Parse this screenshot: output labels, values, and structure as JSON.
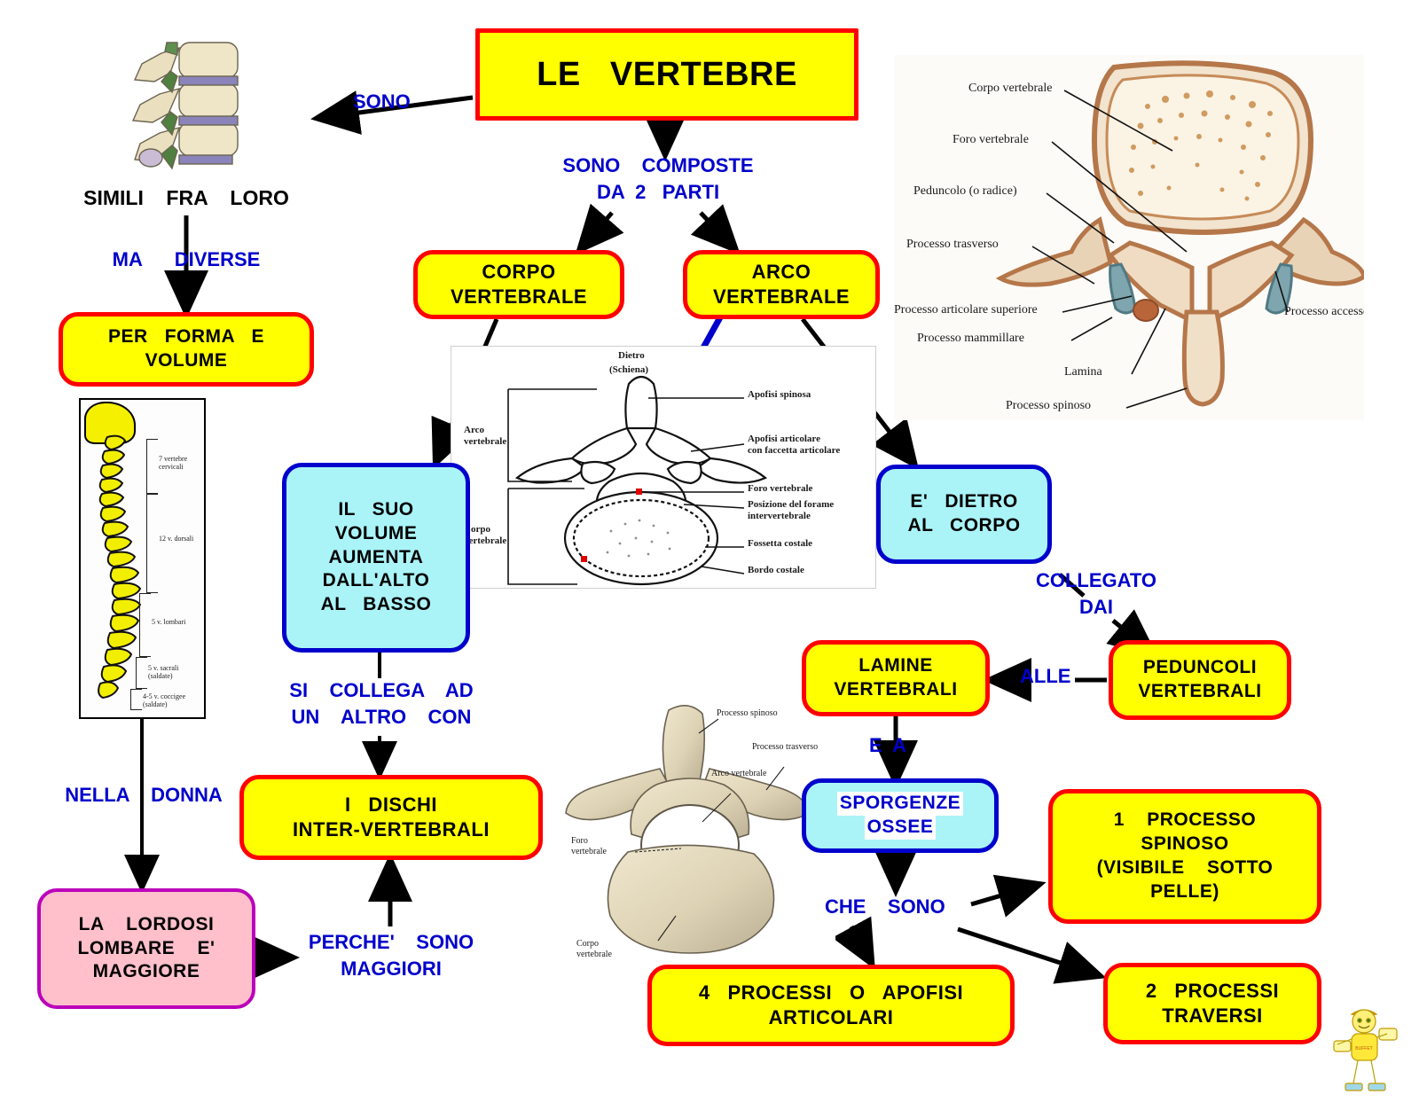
{
  "title_node": {
    "text": "LE   VERTEBRE"
  },
  "nodes": {
    "per_forma": {
      "lines": [
        "PER   FORMA   E",
        "VOLUME"
      ]
    },
    "corpo_vertebrale": {
      "lines": [
        "CORPO",
        "VERTEBRALE"
      ]
    },
    "arco_vertebrale": {
      "lines": [
        "ARCO",
        "VERTEBRALE"
      ]
    },
    "volume_aumenta": {
      "lines": [
        "IL   SUO",
        "VOLUME",
        "AUMENTA",
        "DALL'ALTO",
        "AL   BASSO"
      ]
    },
    "dietro_corpo": {
      "lines": [
        "E'   DIETRO",
        "AL   CORPO"
      ]
    },
    "peduncoli": {
      "lines": [
        "PEDUNCOLI",
        "VERTEBRALI"
      ]
    },
    "lamine": {
      "lines": [
        "LAMINE",
        "VERTEBRALI"
      ]
    },
    "sporgenze": {
      "lines": [
        "SPORGENZE",
        "OSSEE"
      ]
    },
    "dischi": {
      "lines": [
        "I   DISCHI",
        "INTER-VERTEBRALI"
      ]
    },
    "lordosi": {
      "lines": [
        "LA    LORDOSI",
        "LOMBARE    E'",
        "MAGGIORE"
      ]
    },
    "processo_spinoso": {
      "lines": [
        "1    PROCESSO",
        "SPINOSO",
        "(VISIBILE    SOTTO",
        "PELLE)"
      ]
    },
    "processi_traversi": {
      "lines": [
        "2   PROCESSI",
        "TRAVERSI"
      ]
    },
    "processi_articolari": {
      "lines": [
        "4   PROCESSI   O   APOFISI",
        "ARTICOLARI"
      ]
    }
  },
  "connector_labels": {
    "sono": "SONO",
    "sono_composte": "SONO    COMPOSTE\nDA  2   PARTI",
    "simili_fra_loro": "SIMILI    FRA    LORO",
    "ma_diverse": "MA      DIVERSE",
    "si_collega": "SI    COLLEGA    AD\nUN    ALTRO    CON",
    "nella_donna": "NELLA    DONNA",
    "perche_sono": "PERCHE'    SONO\nMAGGIORI",
    "collegato_dai": "COLLEGATO\nDAI",
    "alle": "ALLE",
    "e_a": "E  A",
    "che_sono": "CHE    SONO"
  },
  "figures": {
    "lumbar_cross_section": {
      "labels": [
        "Corpo vertebrale",
        "Foro vertebrale",
        "Peduncolo (o radice)",
        "Processo trasverso",
        "Processo articolare superiore",
        "Processo mammillare",
        "Lamina",
        "Processo spinoso",
        "Processo accessorio"
      ]
    },
    "line_drawing": {
      "labels": [
        "Dietro",
        "(Schiena)",
        "Arco\nvertebrale",
        "Corpo\nvertebrale",
        "Apofisi spinosa",
        "Apofisi articolare\ncon faccetta articolare",
        "Foro vertebrale",
        "Posizione del forame\nintervertebrale",
        "Fossetta costale",
        "Bordo costale"
      ]
    },
    "vertebra_photo": {
      "labels": [
        "Processo spinoso",
        "Processo trasverso",
        "Arco vertebrale",
        "Foro\nvertebrale",
        "Corpo\nvertebrale"
      ]
    },
    "spine_panel": {
      "labels": [
        "7 vertebre\ncervicali",
        "12 v. dorsali",
        "5 v. lombari",
        "5 v. sacrali\n(saldate)",
        "4-5 v. coccigee\n(saldate)"
      ]
    }
  },
  "colors": {
    "node_fill": "#ffff00",
    "node_border": "#ff0000",
    "cyan_fill": "#aaf4f8",
    "cyan_border": "#0000cc",
    "pink_fill": "#ffc0cb",
    "pink_border": "#bb00bb",
    "label_text": "#0000cc",
    "arrow": "#000000",
    "blue_arrow": "#0000cc"
  }
}
